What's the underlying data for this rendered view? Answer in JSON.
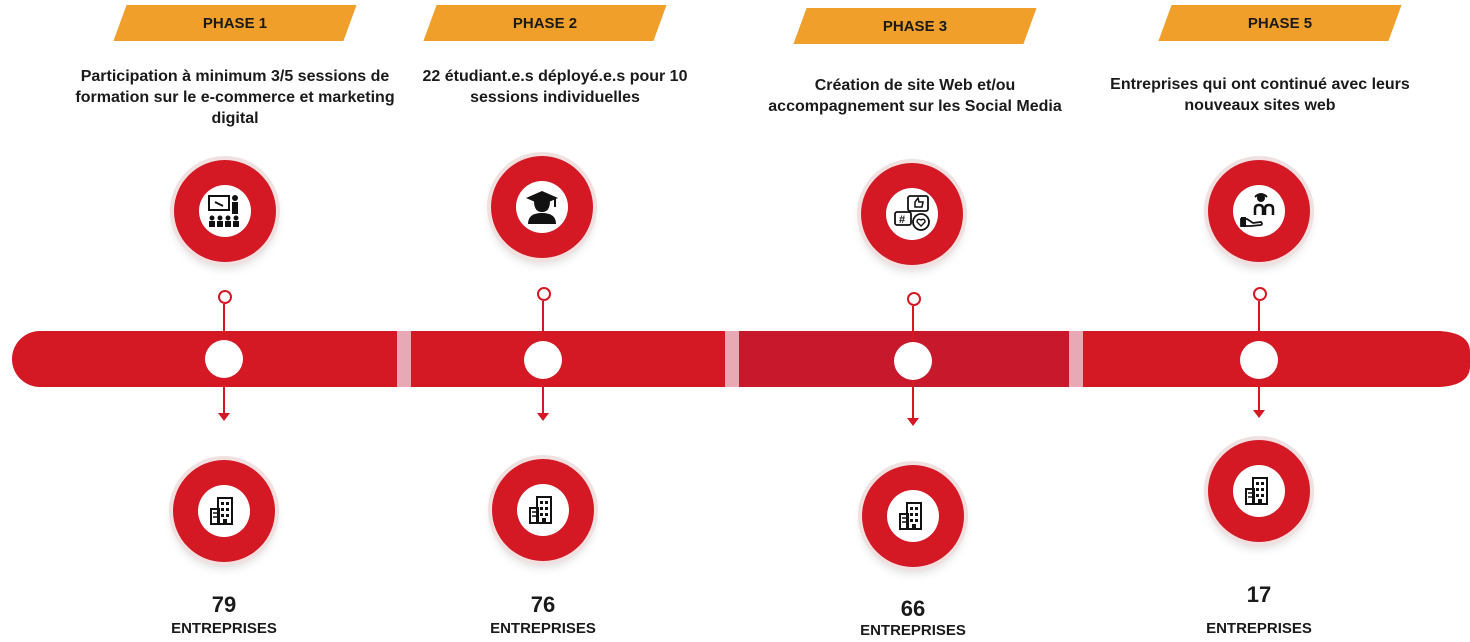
{
  "phases": [
    {
      "label": "PHASE 1",
      "description": "Participation à minimum 3/5 sessions de formation sur le e-commerce et  marketing digital",
      "icon": "training-presentation-icon",
      "count": "79",
      "unit": "ENTREPRISES"
    },
    {
      "label": "PHASE 2",
      "description": "22 étudiant.e.s déployé.e.s pour 10 sessions individuelles",
      "icon": "graduate-icon",
      "count": "76",
      "unit": "ENTREPRISES"
    },
    {
      "label": "PHASE 3",
      "description": "Création de site Web et/ou accompagnement sur les Social Media",
      "icon": "social-media-icon",
      "count": "66",
      "unit": "ENTREPRISES"
    },
    {
      "label": "PHASE 5",
      "description": "Entreprises qui ont continué avec leurs nouveaux sites web",
      "icon": "support-hand-icon",
      "count": "17",
      "unit": "ENTREPRISES"
    }
  ],
  "colors": {
    "accent": "#d41824",
    "phase_tag": "#f0a02a",
    "separator": "#e8a8b4"
  }
}
